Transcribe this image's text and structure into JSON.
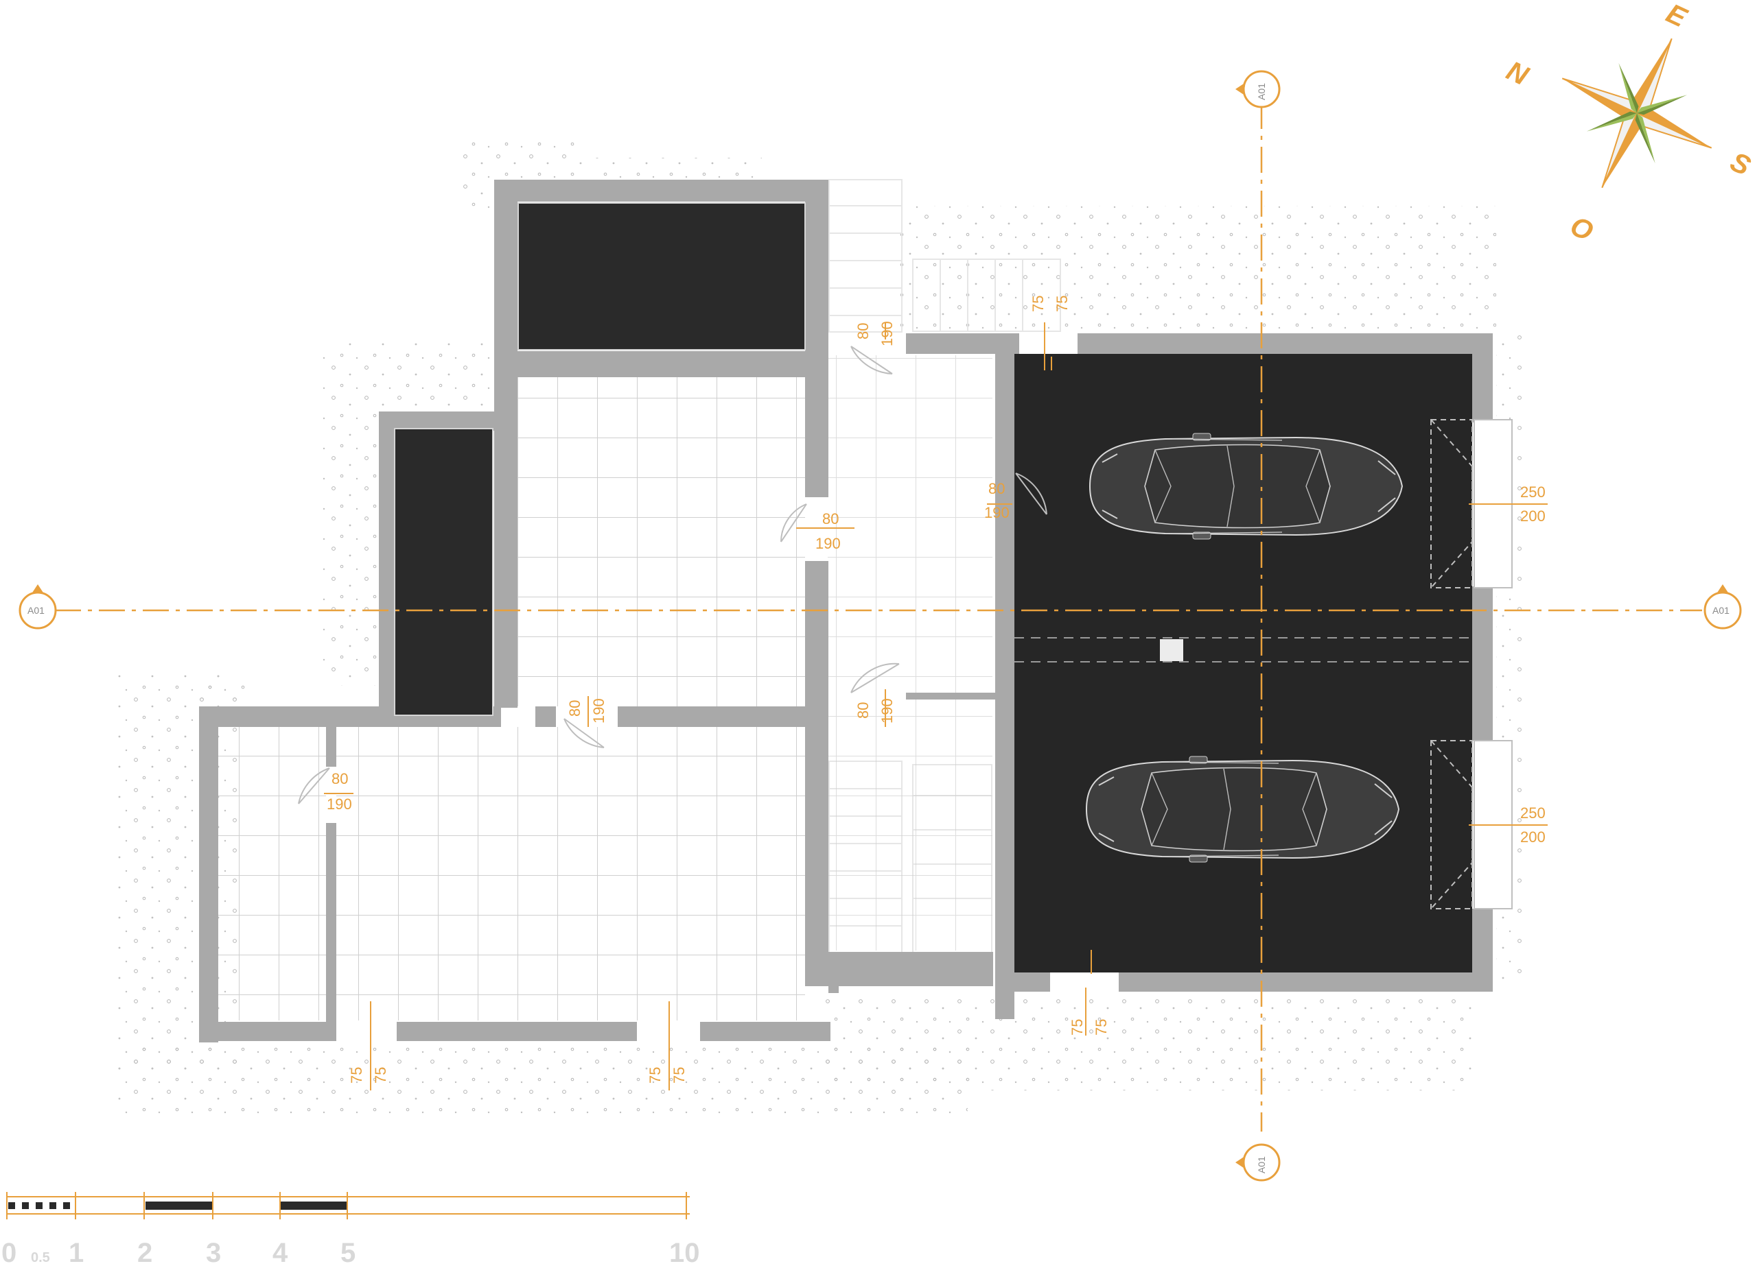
{
  "section_markers": {
    "label": "A01"
  },
  "doors": [
    {
      "width": "80",
      "height": "190"
    },
    {
      "width": "80",
      "height": "190"
    },
    {
      "width": "80",
      "height": "190"
    },
    {
      "width": "80",
      "height": "190"
    },
    {
      "width": "80",
      "height": "190"
    },
    {
      "width": "80",
      "height": "190"
    }
  ],
  "windows_side": [
    {
      "width": "250",
      "height": "200"
    },
    {
      "width": "250",
      "height": "200"
    }
  ],
  "windows_small": [
    {
      "a": "75",
      "b": "75"
    },
    {
      "a": "75",
      "b": "75"
    },
    {
      "a": "75",
      "b": "75"
    },
    {
      "a": "75",
      "b": "75"
    }
  ],
  "compass": {
    "north": "N",
    "east": "E",
    "south": "S",
    "west": "O"
  },
  "scale_bar": {
    "ticks": [
      "0",
      "1",
      "2",
      "3",
      "4",
      "5",
      "10"
    ],
    "half": "0.5"
  },
  "colors": {
    "accent": "#e8a03c",
    "wall": "#a9a9a9",
    "dark_fill": "#2a2a2a",
    "grid_line": "#c8c8c8",
    "compass_green": "#6f8f3a"
  }
}
